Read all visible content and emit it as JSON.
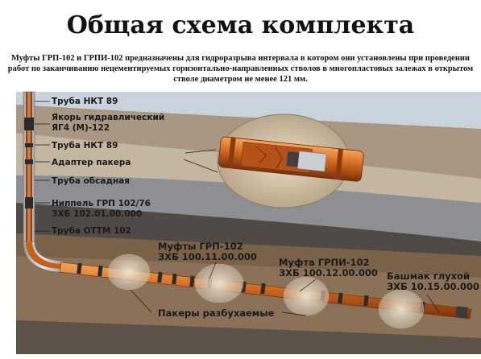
{
  "title": "Общая схема комплекта",
  "subtitle": "Муфты ГРП-102 и ГРПИ-102 предназначены для гидроразрыва интервала в котором они установлены при проведении работ по заканчиванию нецементируемых горизонтально-направленных стволов в многопластовых залежах в открытом стволе диаметром не менее 121 мм.",
  "labels": {
    "tube_nkt_1": "Труба НКТ 89",
    "anchor_1": "Якорь гидравлический",
    "anchor_2": "ЯГ4 (М)-122",
    "tube_nkt_2": "Труба НКТ 89",
    "packer_adapter": "Адаптер пакера",
    "casing": "Труба обсадная",
    "nipple_1": "Ниппель ГРП 102/76",
    "nipple_2": "ЗХБ 102.01.00.000",
    "tube_ottm": "Труба ОТТМ 102",
    "grp_couplings_1": "Муфты ГРП-102",
    "grp_couplings_2": "ЗХБ 100.11.00.000",
    "grpi_coupling_1": "Муфта ГРПИ-102",
    "grpi_coupling_2": "ЗХБ 100.12.00.000",
    "blind_shoe_1": "Башмак глухой",
    "blind_shoe_2": "ЗХБ 10.15.00.000",
    "swell_packers": "Пакеры разбухаемые"
  },
  "colors": {
    "sky": "#c9d3de",
    "ground_top": "#a99683",
    "layer_light": "#c3b7a2",
    "layer_gray": "#8e8f92",
    "layer_dark": "#4f4a45",
    "layer_brown": "#7a6249",
    "pipe": "#d2691e",
    "pipe_dark": "#8a3a0c",
    "text": "#1a1a1a"
  }
}
